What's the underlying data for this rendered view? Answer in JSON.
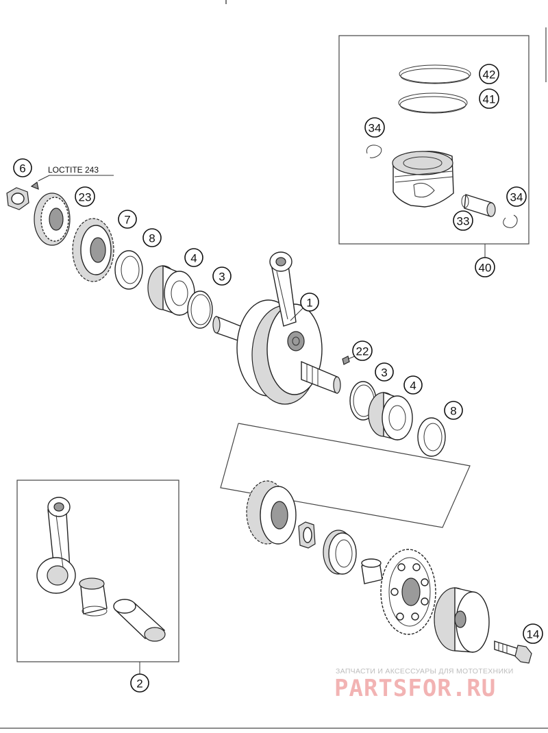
{
  "callouts": {
    "c1": "1",
    "c2": "2",
    "c3a": "3",
    "c3b": "3",
    "c4a": "4",
    "c4b": "4",
    "c6": "6",
    "c7": "7",
    "c8a": "8",
    "c8b": "8",
    "c14": "14",
    "c22": "22",
    "c23": "23",
    "c33": "33",
    "c34a": "34",
    "c34b": "34",
    "c40": "40",
    "c41": "41",
    "c42": "42"
  },
  "note": {
    "loctite": "LOCTITE 243"
  },
  "watermark": {
    "tagline": "ЗАПЧАСТИ И АКСЕССУАРЫ ДЛЯ МОТОТЕХНИКИ",
    "brand": "PARTSFOR.RU"
  },
  "colors": {
    "line": "#222222",
    "watermark_brand": "#f2b3b3",
    "watermark_tagline": "#bdbdbd"
  }
}
